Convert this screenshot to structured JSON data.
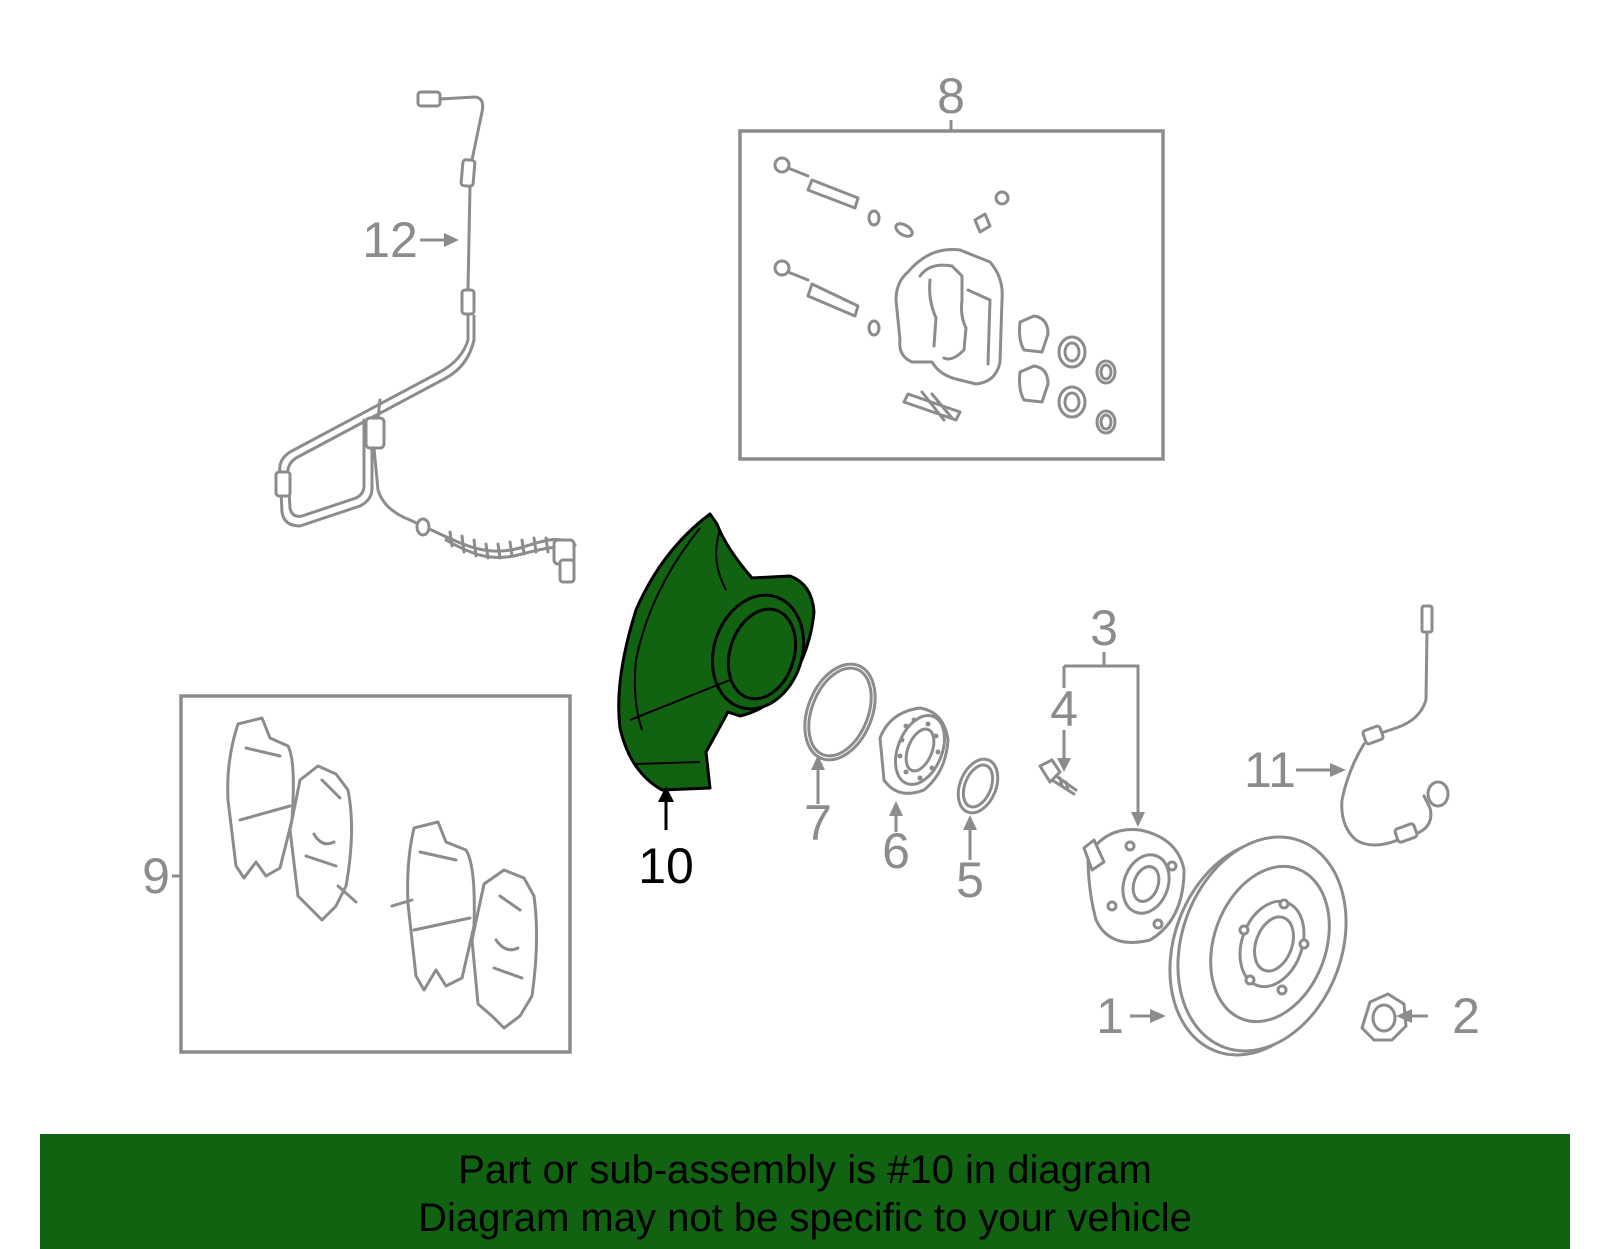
{
  "diagram": {
    "highlight_color": "#116311",
    "highlighted_part": "10",
    "callouts": {
      "p1": "1",
      "p2": "2",
      "p3": "3",
      "p4": "4",
      "p5": "5",
      "p6": "6",
      "p7": "7",
      "p8": "8",
      "p9": "9",
      "p10": "10",
      "p11": "11",
      "p12": "12"
    }
  },
  "banner": {
    "line1": "Part or sub-assembly is #10 in diagram",
    "line2": "Diagram may not be specific to your vehicle"
  }
}
